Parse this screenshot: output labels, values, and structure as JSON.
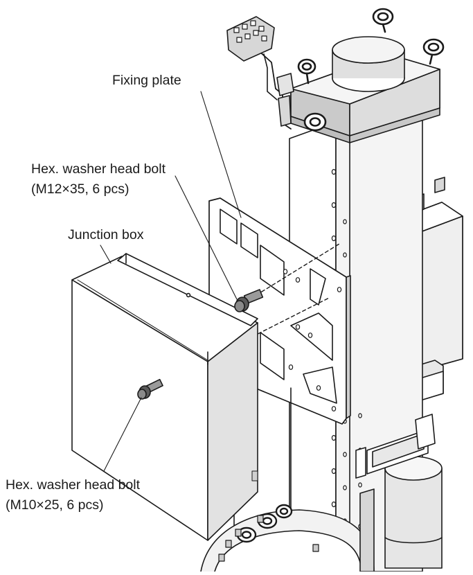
{
  "labels": {
    "fixing_plate": "Fixing plate",
    "bolt_m12_line1": "Hex. washer head bolt",
    "bolt_m12_line2": "(M12×35, 6 pcs)",
    "junction_box": "Junction box",
    "bolt_m10_line1": "Hex. washer head bolt",
    "bolt_m10_line2": "(M10×25, 6 pcs)"
  },
  "colors": {
    "line": "#1a1a1a",
    "face_light": "#ffffff",
    "face_mid": "#e6e6e6",
    "face_dark": "#b5b5b5",
    "bolt_dark": "#555555"
  }
}
